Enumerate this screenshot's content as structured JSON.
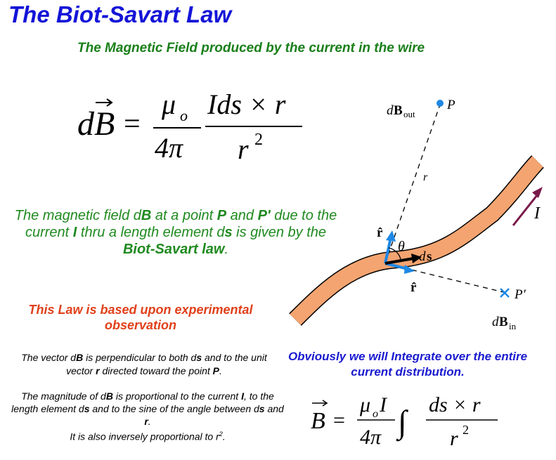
{
  "title": "The Biot-Savart Law",
  "subtitle": "The Magnetic Field produced by the current in the wire",
  "equation_main": {
    "lhs": "dB",
    "equals": "=",
    "mu": "μ",
    "mu_sub": "o",
    "four_pi": "4π",
    "numerator": "Ids × r",
    "r": "r",
    "power": "2"
  },
  "green_text": {
    "p1": "The magnetic field d",
    "B": "B",
    "p2": " at a point ",
    "P": "P",
    "p3": " and ",
    "Pp": "P'",
    "p4": " due to the current ",
    "I": "I",
    "p5": " thru a length element d",
    "s": "s",
    "p6": " is given by the ",
    "law": "Biot-Savart law",
    "p7": "."
  },
  "red_text": "This Law is based upon experimental observation",
  "perp_text": {
    "p1": "The vector d",
    "B": "B",
    "p2": " is perpendicular to both d",
    "s": "s",
    "p3": " and to the unit vector ",
    "r": "r",
    "p4": " directed toward the point ",
    "P": "P",
    "p5": "."
  },
  "mag_text": {
    "p1": "The magnitude of d",
    "B": "B",
    "p2": " is proportional to the current ",
    "I": "I",
    "p3": ", to the length element d",
    "s": "s",
    "p4": " and to the sine of the angle between d",
    "s2": "s",
    "p5": " and ",
    "r": "r",
    "p6": ".",
    "p7": "It is also  inversely  proportional to r",
    "sup": "2",
    "p8": "."
  },
  "integrate_text": "Obviously we will Integrate over the entire current distribution.",
  "equation_integral": {
    "lhs": "B",
    "equals": "=",
    "mu": "μ",
    "mu_sub": "o",
    "I": "I",
    "four_pi": "4π",
    "integral": "∫",
    "numerator": "ds × r",
    "r": "r",
    "power": "2"
  },
  "diagram": {
    "label_dB": "d",
    "label_B": "B",
    "label_out": "out",
    "label_P": "P",
    "label_r": "r",
    "label_I": "I",
    "label_rhat": "r̂",
    "label_theta": "θ",
    "label_ds_d": "d",
    "label_ds_s": "s",
    "label_Pprime": "P′",
    "label_in": "in"
  },
  "colors": {
    "title": "#1414d8",
    "subtitle": "#1a7f1a",
    "green_text": "#1f8a1f",
    "red_text": "#e0401a",
    "blue_text": "#1a1ad0",
    "wire_fill": "#f4a470",
    "arrow_blue": "#1e88e5",
    "current_arrow": "#7a1a4a"
  }
}
